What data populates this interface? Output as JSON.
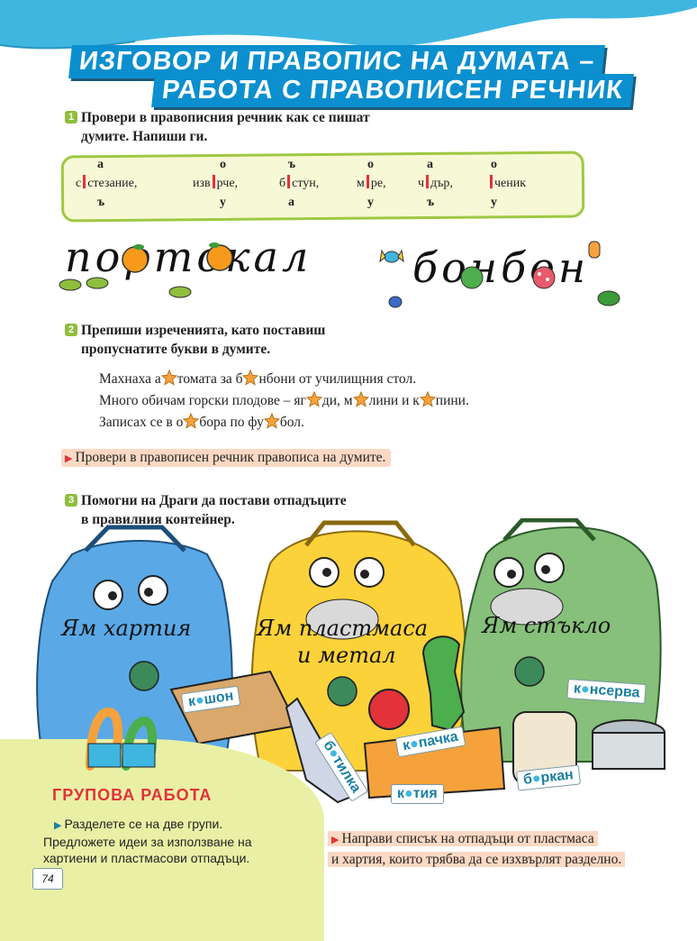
{
  "title": {
    "line1": "ИЗГОВОР И ПРАВОПИС НА ДУМАТА –",
    "line2": "РАБОТА С ПРАВОПИСЕН РЕЧНИК"
  },
  "task1": {
    "num": "1",
    "text_line1": "Провери в правописния речник как се пишат",
    "text_line2": "думите. Напиши ги.",
    "words": [
      {
        "top": "а",
        "pre": "с",
        "post": "стезание,",
        "bot": "ъ"
      },
      {
        "top": "о",
        "pre": "изв",
        "post": "рче,",
        "bot": "у"
      },
      {
        "top": "ъ",
        "pre": "б",
        "post": "стун,",
        "bot": "а"
      },
      {
        "top": "о",
        "pre": "м",
        "post": "ре,",
        "bot": "у"
      },
      {
        "top": "а",
        "pre": "ч",
        "post": "дър,",
        "bot": "ъ"
      },
      {
        "top": "о",
        "pre": "",
        "post": "ченик",
        "bot": "у"
      }
    ],
    "handwritten1": "портокал",
    "handwritten2": "бонбон"
  },
  "task2": {
    "num": "2",
    "text_line1": "Препиши изреченията, като поставиш",
    "text_line2": "пропуснатите букви в думите.",
    "s1": [
      "Махнаха а",
      "томата за б",
      "нбони от училищния стол."
    ],
    "s2": [
      "Много обичам горски плодове – яг",
      "ди, м",
      "лини и к",
      "пини."
    ],
    "s3": [
      "Записах се в о",
      "бора по фу",
      "бол."
    ],
    "check": "Провери в правописен речник правописа на думите."
  },
  "task3": {
    "num": "3",
    "text_line1": "Помогни на Драги да постави отпадъците",
    "text_line2": "в правилния контейнер.",
    "bin1": "Ям хартия",
    "bin2_l1": "Ям пластмаса",
    "bin2_l2": "и метал",
    "bin3": "Ям стъкло",
    "items": {
      "kashon_pre": "к",
      "kashon_post": "шон",
      "butilka_pre": "б",
      "butilka_post": "тилка",
      "kapachka_pre": "к",
      "kapachka_post": "пачка",
      "katia_pre": "к",
      "katia_post": "тия",
      "burkan_pre": "б",
      "burkan_post": "ркан",
      "konserva_pre": "к",
      "konserva_post": "нсерва"
    }
  },
  "group": {
    "title": "ГРУПОВА РАБОТА",
    "l1": "Разделете се на две групи.",
    "l2": "Предложете идеи за използване на",
    "l3": "хартиени и пластмасови отпадъци."
  },
  "task4": {
    "l1": "Направи списък на отпадъци от пластмаса",
    "l2": "и хартия, които трябва да се изхвърлят разделно."
  },
  "page_number": "74",
  "colors": {
    "title_bg": "#0b8fcf",
    "accent_green": "#8fbe3c",
    "peach": "#fbd9c4",
    "red": "#e2323a",
    "bin_blue": "#5aa9e6",
    "bin_yellow": "#fcd23a",
    "bin_green": "#86c07a"
  }
}
